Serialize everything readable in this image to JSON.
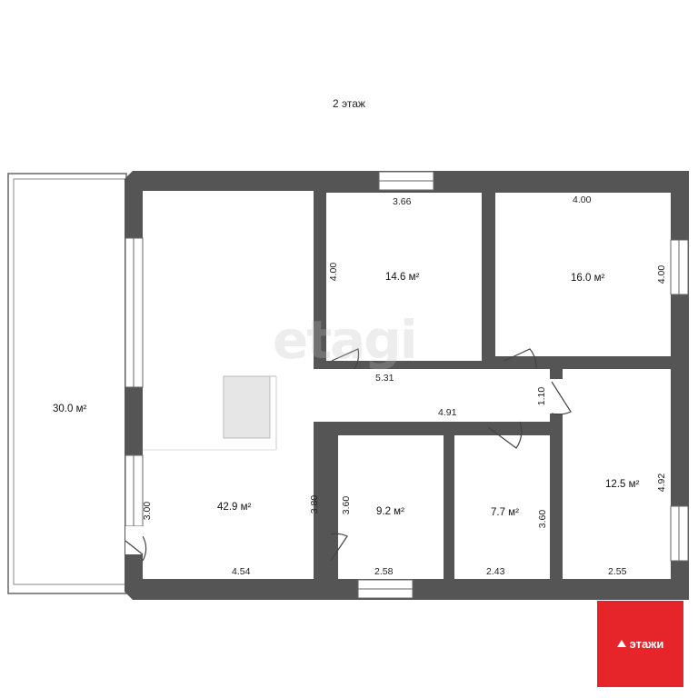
{
  "floor_title": "2 этаж",
  "watermark": "etagi",
  "logo": {
    "text": "этажи",
    "bg": "#e6252b"
  },
  "colors": {
    "wall": "#555555",
    "line": "#444444",
    "stair": "#e6e6e6"
  },
  "rooms": {
    "balcony": {
      "area": "30.0 м²"
    },
    "living": {
      "area": "42.9 м²",
      "w_bottom": "4.54",
      "h_right": "3.80",
      "h_left": "3.00"
    },
    "bedroom_1": {
      "area": "14.6 м²",
      "w_top": "3.66",
      "h_left": "4.00"
    },
    "bedroom_2": {
      "area": "16.0 м²",
      "w_top": "4.00",
      "h_right": "4.00"
    },
    "corridor": {
      "w_top": "5.31",
      "w_bottom": "4.91",
      "h_right": "1.10"
    },
    "room_a": {
      "area": "9.2 м²",
      "w_bottom": "2.58",
      "h_left": "3.60"
    },
    "room_b": {
      "area": "7.7 м²",
      "w_bottom": "2.43",
      "h_right": "3.60"
    },
    "room_c": {
      "area": "12.5 м²",
      "w_bottom": "2.55",
      "h_right": "4.92"
    }
  }
}
